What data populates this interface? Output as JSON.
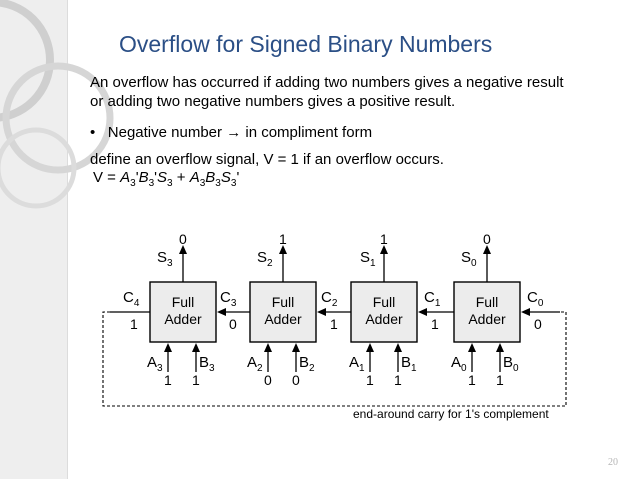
{
  "title": "Overflow for Signed Binary Numbers",
  "paragraph": {
    "line1": "An overflow has occurred if adding two numbers gives a negative result",
    "line2": "or adding two negative numbers gives a positive result."
  },
  "bullet": {
    "marker": "•",
    "text": "Negative number",
    "arrow": "→",
    "text2": "in compliment form"
  },
  "definition": "define an overflow signal, V = 1 if an overflow occurs.",
  "formula": {
    "prefix": "V = ",
    "t1": "A",
    "t1s": "3",
    "t1p": "'",
    "t2": "B",
    "t2s": "3",
    "t2p": "'",
    "t3": "S",
    "t3s": "3",
    "plus": " + ",
    "t4": "A",
    "t4s": "3",
    "t5": "B",
    "t5s": "3",
    "t6": "S",
    "t6s": "3",
    "t6p": "'"
  },
  "diagram": {
    "block_line1": "Full",
    "block_line2": "Adder",
    "sum_labels": [
      "S",
      "S",
      "S",
      "S"
    ],
    "sum_subs": [
      "3",
      "2",
      "1",
      "0"
    ],
    "sum_values": [
      "0",
      "1",
      "1",
      "0"
    ],
    "carry_labels": [
      "C",
      "C",
      "C",
      "C",
      "C"
    ],
    "carry_subs": [
      "4",
      "3",
      "2",
      "1",
      "0"
    ],
    "carry_values": [
      "1",
      "0",
      "1",
      "1",
      "0"
    ],
    "a_labels": [
      "A",
      "A",
      "A",
      "A"
    ],
    "a_subs": [
      "3",
      "2",
      "1",
      "0"
    ],
    "b_labels": [
      "B",
      "B",
      "B",
      "B"
    ],
    "b_subs": [
      "3",
      "2",
      "1",
      "0"
    ],
    "a_values": [
      "1",
      "0",
      "1",
      "1"
    ],
    "b_values": [
      "1",
      "0",
      "1",
      "1"
    ],
    "caption": "end-around carry for 1's complement"
  },
  "page_number": "20",
  "colors": {
    "title": "#2b4f86",
    "side_panel": "#eeeeee",
    "ring": "#cfcfcf",
    "block": "#ececec"
  }
}
